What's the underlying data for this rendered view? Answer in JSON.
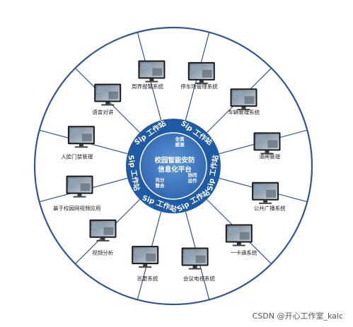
{
  "segments": [
    {
      "label": "周界报警系统",
      "icon": "perimeter-alarm-icon"
    },
    {
      "label": "停车场管理系统",
      "icon": "parking-lot-icon"
    },
    {
      "label": "车辆管理系统",
      "icon": "vehicle-management-icon"
    },
    {
      "label": "道闸管理",
      "icon": "barrier-gate-icon"
    },
    {
      "label": "公共广播系统",
      "icon": "loudspeaker-icon"
    },
    {
      "label": "一卡通系统",
      "icon": "smart-card-icon"
    },
    {
      "label": "会议电视系统",
      "icon": "video-conference-icon"
    },
    {
      "label": "巡更系统",
      "icon": "patrol-icon"
    },
    {
      "label": "视频分析",
      "icon": "video-analysis-icon"
    },
    {
      "label": "基于校园网视频应用",
      "icon": "campus-video-icon"
    },
    {
      "label": "人脸门禁管理",
      "icon": "face-access-icon"
    },
    {
      "label": "语音对讲",
      "icon": "intercom-icon"
    }
  ],
  "ring_texts": [
    "Sip 工作站",
    "Sip 工作站",
    "Sip 工作站",
    "Sip 工作站",
    "Sip 工作站",
    "Sip 工作站"
  ],
  "hub": {
    "title_line1": "校园智能安防",
    "title_line2": "信息化平台",
    "top_line1": "全面",
    "top_line2": "感测",
    "left_line1": "充分",
    "left_line2": "整合",
    "right_line1": "协同",
    "right_line2": "运作"
  },
  "watermark": "CSDN @开心工作室_kaic",
  "colors": {
    "ring": "#1f5aa6",
    "ring_dark": "#174a8c",
    "hub": "#3a78c4",
    "outline": "#2f5597"
  }
}
